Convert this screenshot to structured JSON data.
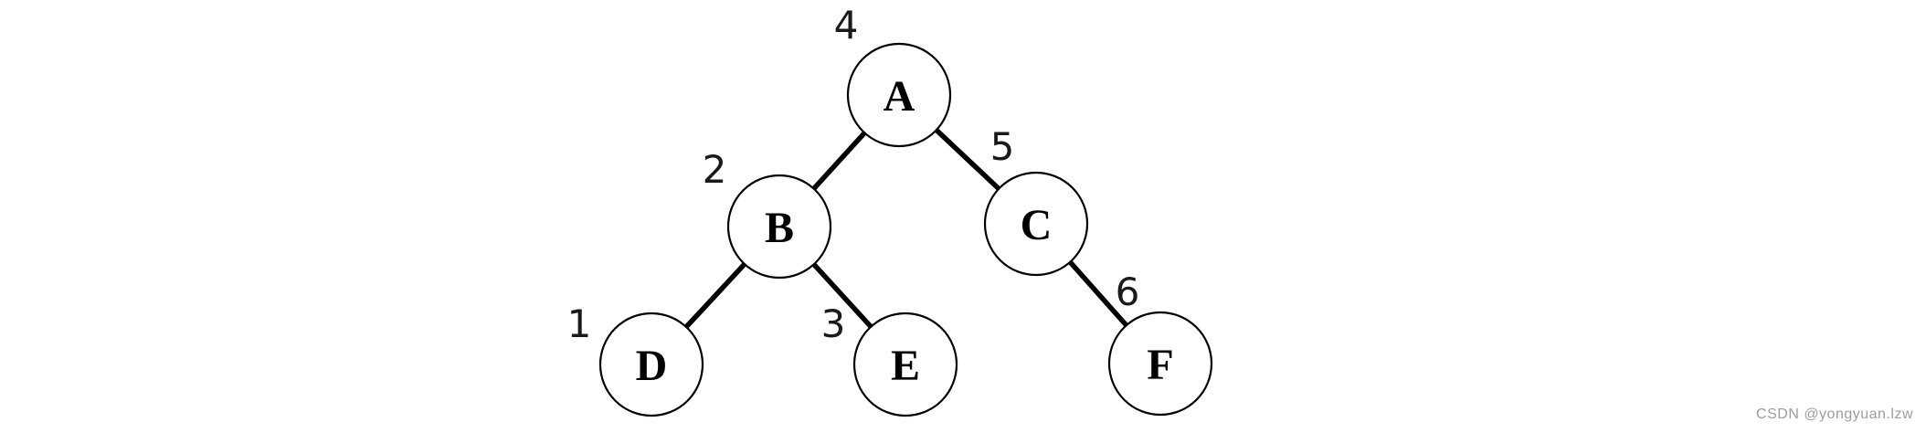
{
  "diagram": {
    "type": "binary-tree",
    "background_color": "#ffffff",
    "stroke_color": "#000000",
    "nodes": [
      {
        "id": "A",
        "label": "A",
        "number": "4"
      },
      {
        "id": "B",
        "label": "B",
        "number": "2"
      },
      {
        "id": "C",
        "label": "C",
        "number": "5"
      },
      {
        "id": "D",
        "label": "D",
        "number": "1"
      },
      {
        "id": "E",
        "label": "E",
        "number": "3"
      },
      {
        "id": "F",
        "label": "F",
        "number": "6"
      }
    ],
    "edges": [
      {
        "from": "A",
        "to": "B"
      },
      {
        "from": "A",
        "to": "C"
      },
      {
        "from": "B",
        "to": "D"
      },
      {
        "from": "B",
        "to": "E"
      },
      {
        "from": "C",
        "to": "F"
      }
    ]
  },
  "watermark": {
    "text": "CSDN @yongyuan.lzw",
    "color": "#9d9d9d"
  }
}
